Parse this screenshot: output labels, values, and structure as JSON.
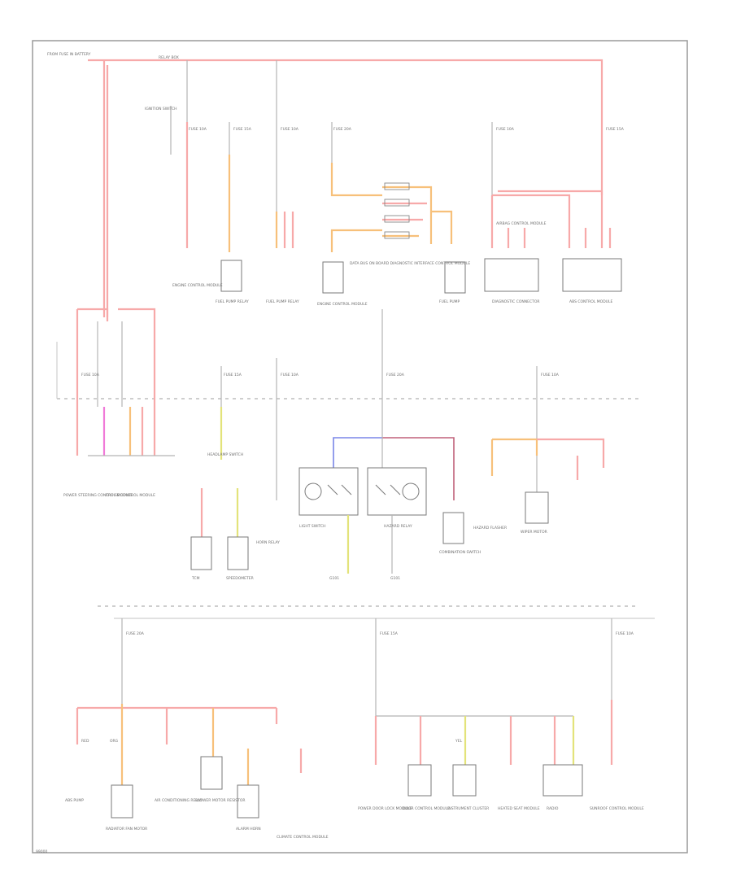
{
  "diagram": {
    "figure_id": "99000",
    "text": {
      "power_source": "FROM FUSE IN BATTERY",
      "relay_box_label": "RELAY BOX",
      "fuse_s10": "FUSE 10A",
      "fuse_s15": "FUSE 15A",
      "fuse_s20": "FUSE 20A",
      "ign_sw": "IGNITION SWITCH",
      "mid_center": "DATA BUS ON BOARD DIAGNOSTIC INTERFACE CONTROL MODULE",
      "comp1": "ENGINE CONTROL MODULE",
      "comp2": "FUEL PUMP RELAY",
      "comp3": "FUEL PUMP RELAY",
      "comp4": "ENGINE CONTROL MODULE",
      "comp5": "FUEL PUMP",
      "comp6": "DIAGNOSTIC CONNECTOR",
      "comp7": "ABS CONTROL MODULE",
      "comp8": "AIRBAG CONTROL MODULE",
      "mid1": "POWER STEERING CONTROL MODULE",
      "mid2": "CRUISE CONTROL MODULE",
      "mid3": "HEADLAMP SWITCH",
      "mid4": "TCM",
      "mid5": "SPEEDOMETER",
      "mid6": "HORN RELAY",
      "mid7": "LIGHT SWITCH",
      "mid8": "HAZARD RELAY",
      "mid9": "COMBINATION SWITCH",
      "mid10": "HAZARD FLASHER",
      "mid11": "WIPER MOTOR",
      "bot1": "ABS PUMP",
      "bot2": "RADIATOR FAN MOTOR",
      "bot3": "AIR CONDITIONING RELAY",
      "bot4": "BLOWER MOTOR RESISTOR",
      "bot5": "ALARM HORN",
      "bot6": "CLIMATE CONTROL MODULE",
      "bot7": "POWER DOOR LOCK MODULE",
      "bot8": "DOOR CONTROL MODULE",
      "bot9": "INSTRUMENT CLUSTER",
      "bot10": "HEATED SEAT MODULE",
      "bot11": "RADIO",
      "bot12": "SUNROOF CONTROL MODULE",
      "ground": "G101",
      "wire_rd": "RED",
      "wire_or": "ORG",
      "wire_yl": "YEL"
    },
    "colors": {
      "red_wire": "#f7a9a9",
      "orange_wire": "#f7c07a",
      "magenta_wire": "#f07ad8",
      "yellow_wire": "#e3e37a",
      "blue_wire": "#7a86e8",
      "darkred_wire": "#c0607a",
      "frame": "#9a9a9a"
    }
  }
}
